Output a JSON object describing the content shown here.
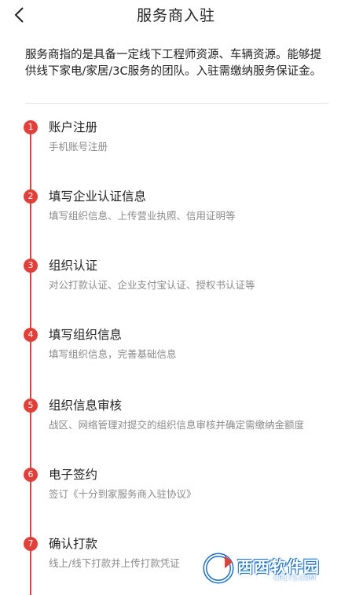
{
  "header": {
    "title": "服务商入驻"
  },
  "intro": {
    "text": "服务商指的是具备一定线下工程师资源、车辆资源。能够提供线下家电/家居/3C服务的团队。入驻需缴纳服务保证金。"
  },
  "steps": [
    {
      "num": "1",
      "title": "账户注册",
      "desc": "手机账号注册"
    },
    {
      "num": "2",
      "title": "填写企业认证信息",
      "desc": "填写组织信息、上传营业执照、信用证明等"
    },
    {
      "num": "3",
      "title": "组织认证",
      "desc": "对公打款认证、企业支付宝认证、授权书认证等"
    },
    {
      "num": "4",
      "title": "填写组织信息",
      "desc": "填写组织信息，完善基础信息"
    },
    {
      "num": "5",
      "title": "组织信息审核",
      "desc": "战区、网络管理对提交的组织信息审核并确定需缴纳金额度"
    },
    {
      "num": "6",
      "title": "电子签约",
      "desc": "签订《十分到家服务商入驻协议》"
    },
    {
      "num": "7",
      "title": "确认打款",
      "desc": "线上/线下打款并上传打款凭证"
    }
  ],
  "watermark": {
    "brand": "西西软件园",
    "domain": "CR173.COM"
  },
  "colors": {
    "accent": "#e1403a",
    "text": "#222222",
    "muted": "#8a8a8a"
  }
}
